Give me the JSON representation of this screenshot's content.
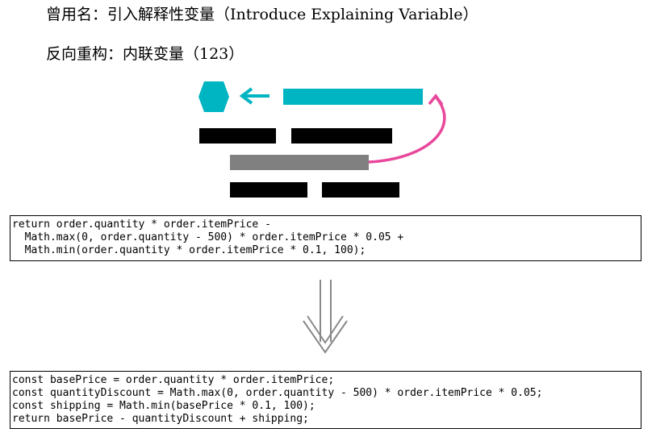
{
  "heading": {
    "alias_line": "曾用名：引入解释性变量（Introduce Explaining Variable）",
    "inverse_line": "反向重构：内联变量（123）"
  },
  "colors": {
    "accent_teal": "#00b5c2",
    "arrow_pink": "#e8479b",
    "bar_gray": "#808080",
    "bar_black": "#000000"
  },
  "icons": {
    "hexagon": "hexagon-icon",
    "left_arrow": "arrow-left-icon",
    "curved_arrow": "curved-arrow-icon",
    "down_arrow": "double-down-arrow-icon"
  },
  "code_before": {
    "lines": [
      "return order.quantity * order.itemPrice -",
      "  Math.max(0, order.quantity - 500) * order.itemPrice * 0.05 +",
      "  Math.min(order.quantity * order.itemPrice * 0.1, 100);"
    ]
  },
  "code_after": {
    "lines": [
      "const basePrice = order.quantity * order.itemPrice;",
      "const quantityDiscount = Math.max(0, order.quantity - 500) * order.itemPrice * 0.05;",
      "const shipping = Math.min(basePrice * 0.1, 100);",
      "return basePrice - quantityDiscount + shipping;"
    ]
  }
}
